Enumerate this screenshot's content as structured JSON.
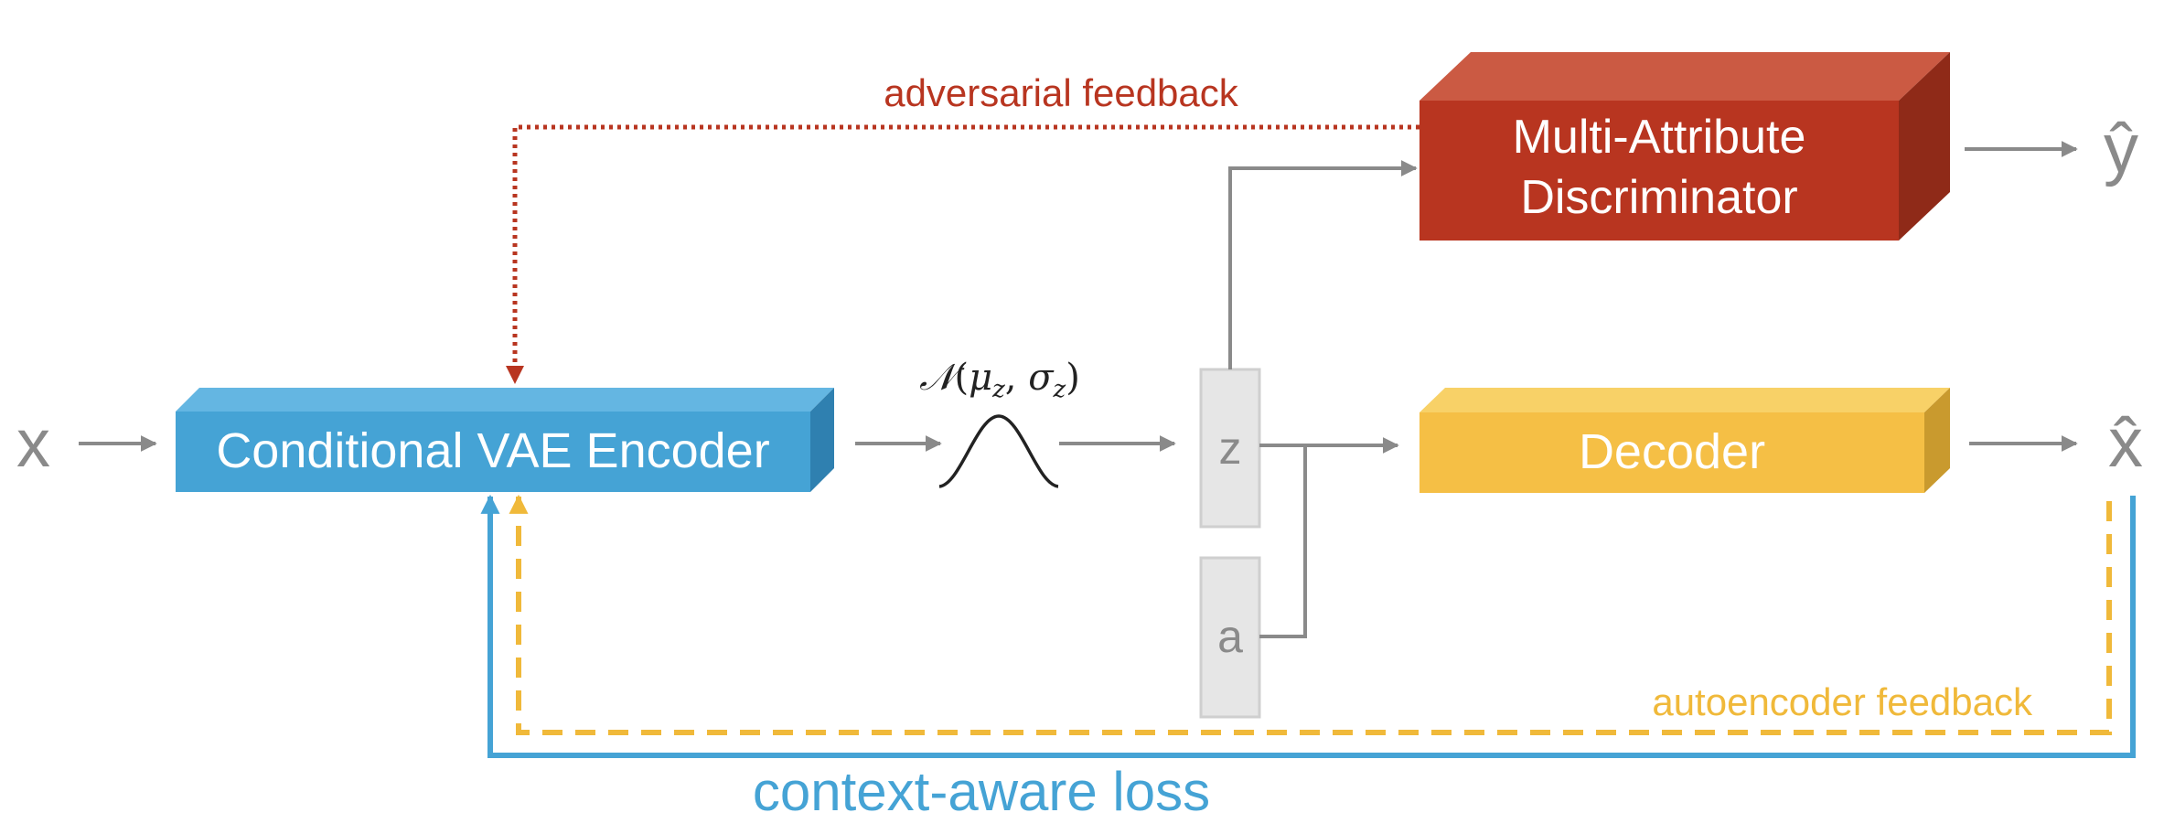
{
  "input": {
    "label": "x"
  },
  "encoder": {
    "label": "Conditional VAE Encoder"
  },
  "distribution": {
    "label": "𝒩(μz, σz)",
    "symbol": "𝒩",
    "mu": "μ",
    "sigma": "σ",
    "subscript": "z"
  },
  "latent": {
    "z_label": "z",
    "a_label": "a"
  },
  "discriminator": {
    "line1": "Multi-Attribute",
    "line2": "Discriminator"
  },
  "decoder": {
    "label": "Decoder"
  },
  "outputs": {
    "y_hat": "ŷ",
    "x_hat": "x̂"
  },
  "feedback": {
    "adversarial": "adversarial feedback",
    "autoencoder": "autoencoder feedback",
    "context": "context-aware loss"
  },
  "colors": {
    "arrow_gray": "#8a8a8a",
    "encoder_front": "#45a3d5",
    "encoder_top": "#64b6e2",
    "encoder_side": "#2f80b0",
    "discriminator_front": "#b83520",
    "discriminator_top": "#cb5a43",
    "discriminator_side": "#8f2a18",
    "decoder_front": "#f5bf45",
    "decoder_top": "#f8d167",
    "decoder_side": "#c99a2e",
    "latent_fill": "#e6e6e6",
    "latent_stroke": "#cfcfcf",
    "adversarial_red": "#b83520",
    "autoencoder_yellow": "#f0b93a",
    "context_blue": "#45a3d5"
  }
}
